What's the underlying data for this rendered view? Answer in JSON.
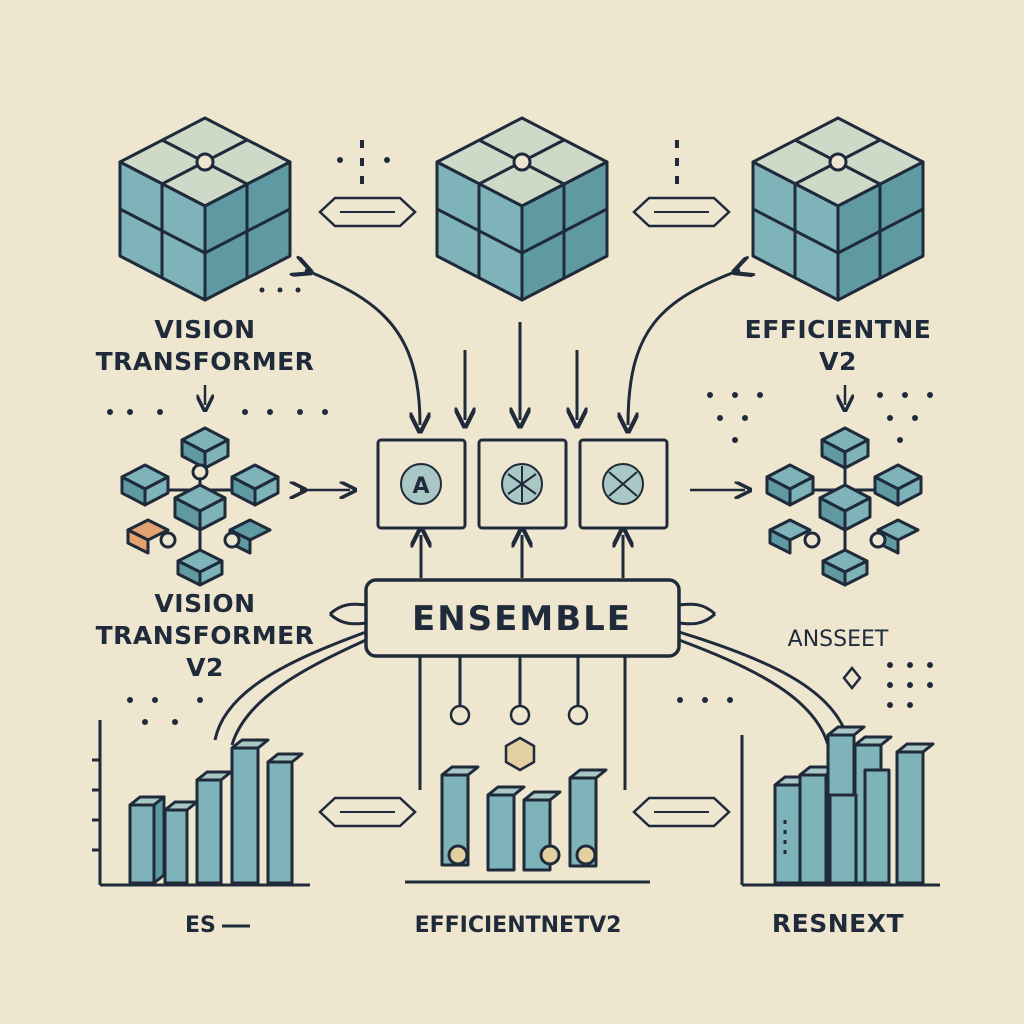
{
  "diagram": {
    "labels": {
      "vision_transformer": [
        "VISION",
        "TRANSFORMER"
      ],
      "efficientnet_top": [
        "EFFICIENTNE",
        "V2"
      ],
      "vision_transformer_v2": [
        "VISION",
        "TRANSFORMER",
        "V2"
      ],
      "ensemble": "ENSEMBLE",
      "ensemble_side": "ANSSEET",
      "bottom_left": "ES",
      "bottom_center": "EFFICIENTNETV2",
      "bottom_right": "RESNEXT"
    },
    "attention_glyphs": [
      "A",
      "",
      ""
    ],
    "colors": {
      "background": "#efe6cf",
      "ink": "#1f2a3a",
      "cube_face": "#7fb3ba",
      "cube_top": "#cfd9c8",
      "cube_side": "#5f9aa3",
      "accent": "#e3a26f"
    }
  }
}
